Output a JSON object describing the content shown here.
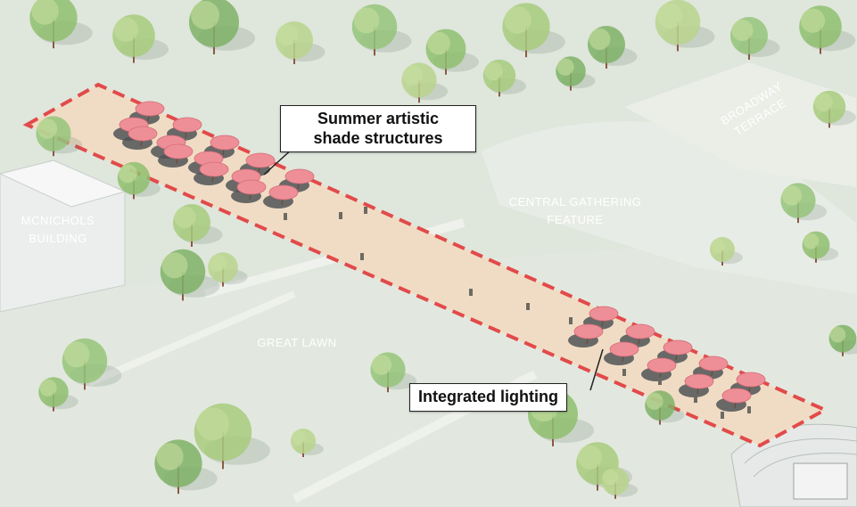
{
  "labels": {
    "central_gathering": [
      "CENTRAL GATHERING",
      "FEATURE"
    ],
    "broadway_terrace": [
      "BROADWAY",
      "TERRACE"
    ],
    "mcnichols_building": [
      "MCNICHOLS",
      "BUILDING"
    ],
    "great_lawn": "GREAT LAWN"
  },
  "callouts": {
    "shade_structures": [
      "Summer artistic",
      "shade structures"
    ],
    "integrated_lighting": "Integrated lighting"
  },
  "colors": {
    "lawn": "#dfe6dc",
    "promenade": "#f0dcc4",
    "boundary": "#e24a4a",
    "umbrella": "#ee8f98",
    "umbrella_shadow": "#505457",
    "tree": "#8fbf6e"
  }
}
